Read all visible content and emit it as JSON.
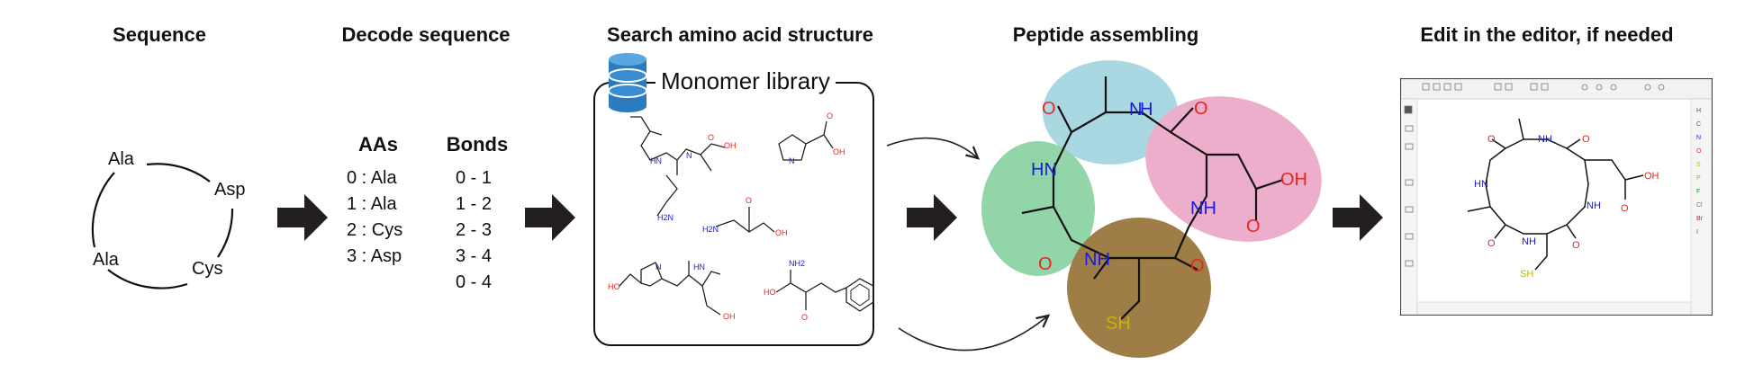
{
  "steps": {
    "sequence": "Sequence",
    "decode": "Decode sequence",
    "search": "Search amino acid structure",
    "assemble": "Peptide assembling",
    "edit": "Edit in the editor, if needed"
  },
  "ring_residues": [
    "Ala",
    "Asp",
    "Cys",
    "Ala"
  ],
  "decoded": {
    "aas_header": "AAs",
    "bonds_header": "Bonds",
    "aas": [
      "0 : Ala",
      "1 : Ala",
      "2 : Cys",
      "3 : Asp"
    ],
    "bonds": [
      "0 - 1",
      "1 - 2",
      "2 - 3",
      "3 - 4",
      "0 - 4"
    ]
  },
  "library": {
    "label": "Monomer library",
    "icon": "database-icon"
  },
  "molecule_labels": {
    "oxygen": "O",
    "amine": "NH",
    "acid": "OH",
    "thiol": "SH",
    "amino": "H2N",
    "nitrogen": "N",
    "hydrogen": "H",
    "nh2": "NH2"
  },
  "colors": {
    "arrow": "#231f20",
    "oxygen": "#e8251f",
    "nitrogen": "#1a1adb",
    "sulfur": "#c8b400",
    "blob_blue": "#a9d8e3",
    "blob_pink": "#ecaecb",
    "blob_green": "#91d5a8",
    "blob_brown": "#9e7d46"
  }
}
